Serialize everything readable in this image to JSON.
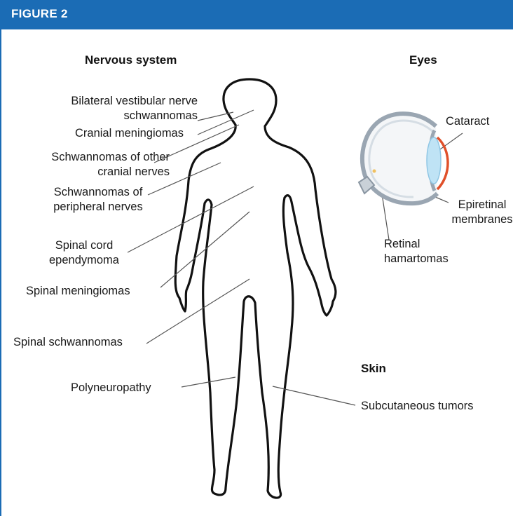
{
  "header": {
    "title": "FIGURE 2",
    "color": "#1b6cb5"
  },
  "sections": {
    "nervous": "Nervous system",
    "eyes": "Eyes",
    "skin": "Skin"
  },
  "labels": {
    "vestibular_line1": "Bilateral vestibular nerve",
    "vestibular_line2": "schwannomas",
    "cranial_meningiomas": "Cranial meningiomas",
    "other_cranial_line1": "Schwannomas of other",
    "other_cranial_line2": "cranial nerves",
    "peripheral_line1": "Schwannomas of",
    "peripheral_line2": "peripheral nerves",
    "ependymoma_line1": "Spinal cord",
    "ependymoma_line2": "ependymoma",
    "spinal_meningiomas": "Spinal meningiomas",
    "spinal_schwannomas": "Spinal schwannomas",
    "polyneuropathy": "Polyneuropathy",
    "cataract": "Cataract",
    "epiretinal_line1": "Epiretinal",
    "epiretinal_line2": "membranes",
    "retinal_line1": "Retinal",
    "retinal_line2": "hamartomas",
    "subcutaneous": "Subcutaneous tumors"
  },
  "colors": {
    "lens": "#bfe3f5",
    "cataract_arc": "#e0502a",
    "eye_outline": "#9aa6b2"
  }
}
